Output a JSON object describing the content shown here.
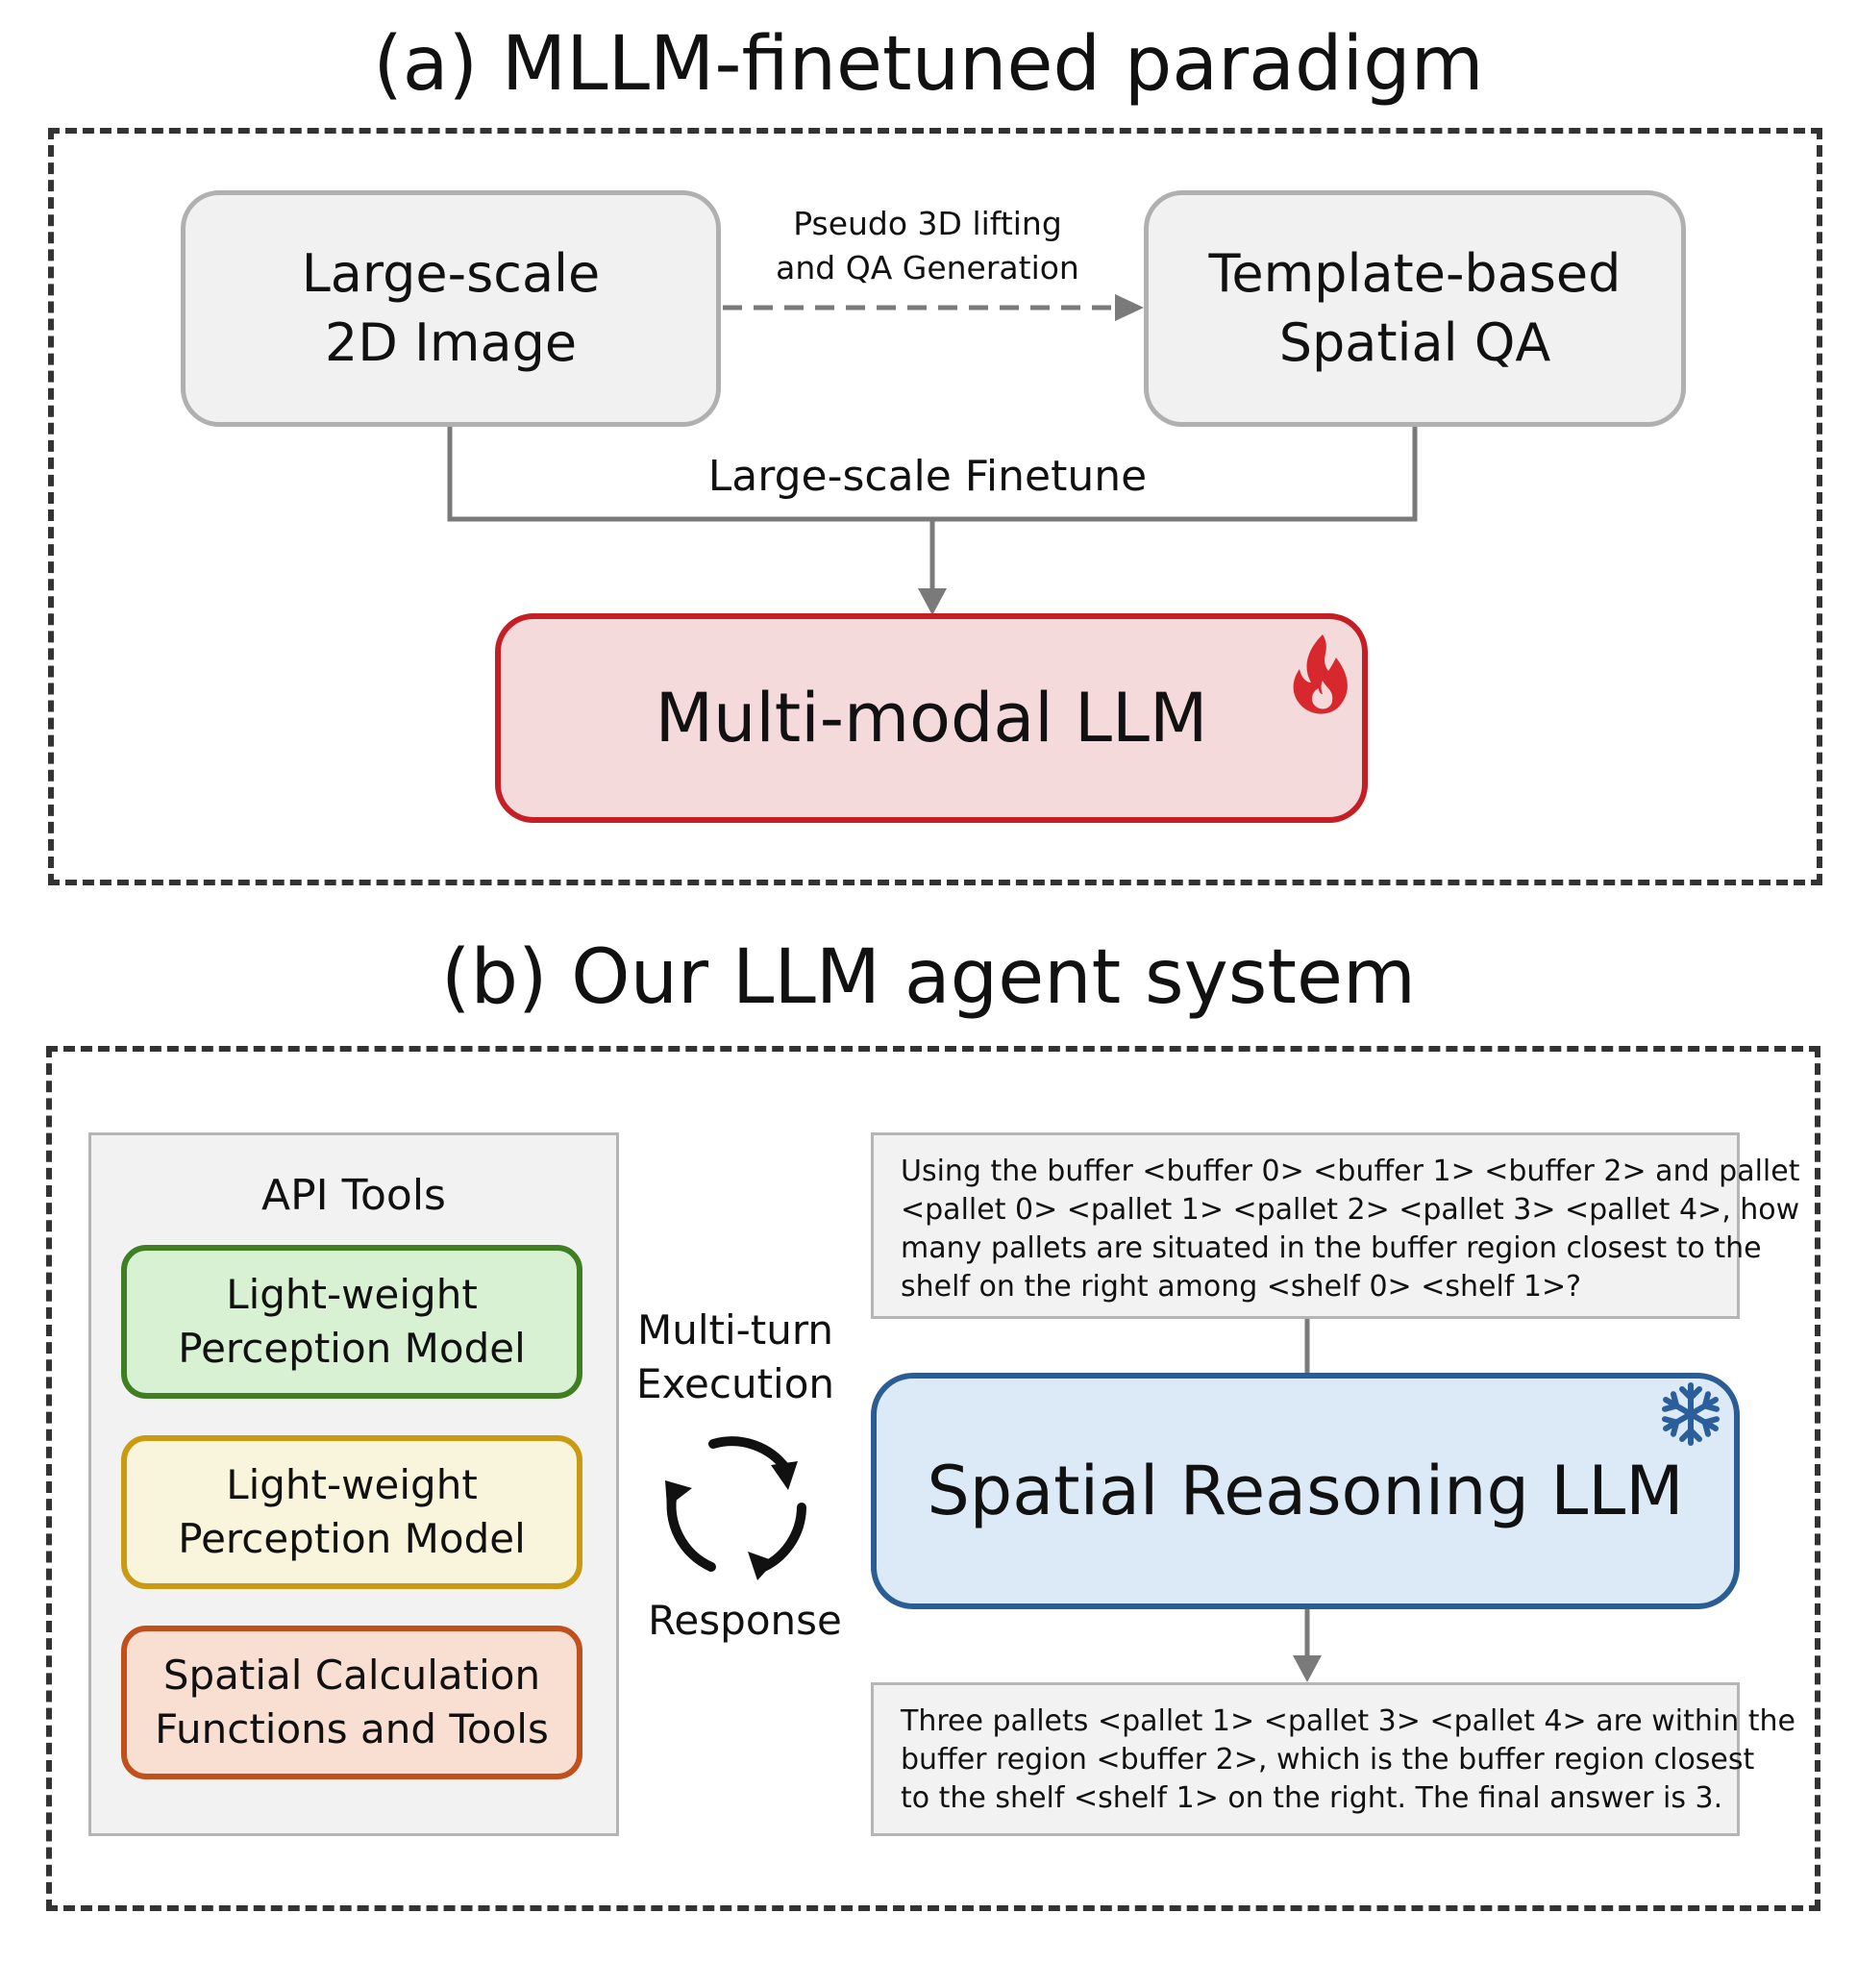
{
  "panel_a": {
    "title": "(a) MLLM-finetuned paradigm",
    "box_left": {
      "lines": [
        "Large-scale",
        "2D Image"
      ]
    },
    "box_right": {
      "lines": [
        "Template-based",
        "Spatial QA"
      ]
    },
    "dashed_arrow_label": {
      "lines": [
        "Pseudo 3D lifting",
        "and QA Generation"
      ]
    },
    "merge_label": "Large-scale Finetune",
    "model": {
      "label": "Multi-modal LLM",
      "icon": "flame-icon",
      "border_color": "#c41f24",
      "fill_color": "#f4dadb"
    }
  },
  "panel_b": {
    "title": "(b) Our LLM agent system",
    "tools": {
      "heading": "API Tools",
      "items": [
        {
          "lines": [
            "Light-weight",
            "Perception Model"
          ],
          "border": "#3f7f24",
          "fill": "#d9f1d3"
        },
        {
          "lines": [
            "Light-weight",
            "Perception Model"
          ],
          "border": "#c99a12",
          "fill": "#f9f5dc"
        },
        {
          "lines": [
            "Spatial Calculation",
            "Functions and Tools"
          ],
          "border": "#c0511c",
          "fill": "#f9dfd1"
        }
      ]
    },
    "loop": {
      "top_lines": [
        "Multi-turn",
        "Execution"
      ],
      "bottom_label": "Response",
      "icon": "cycle-arrows-icon"
    },
    "question": {
      "lines": [
        "Using the buffer <buffer 0> <buffer 1> <buffer 2> and pallet",
        "<pallet 0> <pallet 1> <pallet 2> <pallet 3> <pallet 4>, how",
        "many pallets are situated in the buffer region closest to the",
        "shelf on the right among <shelf 0> <shelf 1>?"
      ]
    },
    "model": {
      "label": "Spatial Reasoning LLM",
      "icon": "snowflake-icon",
      "border_color": "#2b5d95",
      "fill_color": "#dce9f6"
    },
    "answer": {
      "lines": [
        "Three pallets <pallet 1> <pallet 3> <pallet 4> are within the",
        "buffer region <buffer 2>, which is the buffer region closest",
        "to the shelf <shelf 1> on the right. The final answer is 3."
      ]
    }
  }
}
